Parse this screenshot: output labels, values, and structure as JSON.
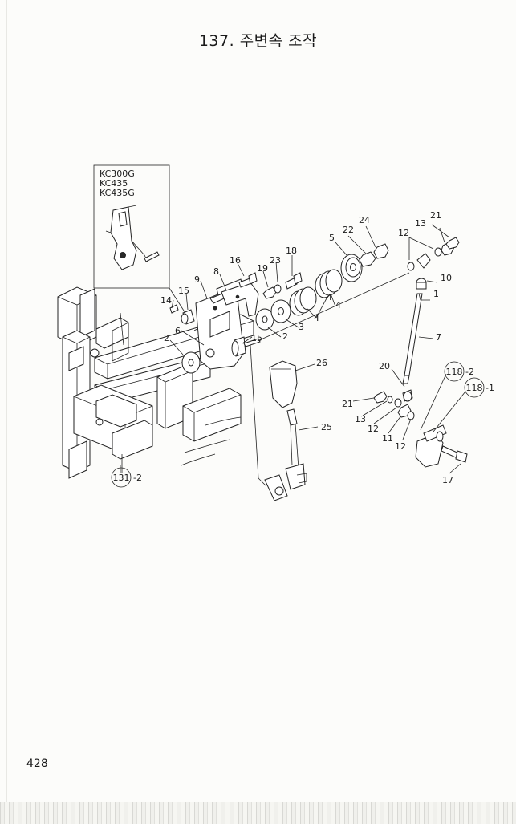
{
  "page": {
    "title": "137. 주변속 조작",
    "number": "428"
  },
  "inset": {
    "models": [
      "KC300G",
      "KC435",
      "KC435G"
    ]
  },
  "callouts": [
    {
      "id": "c1",
      "text": "1"
    },
    {
      "id": "c2a",
      "text": "2"
    },
    {
      "id": "c2b",
      "text": "2"
    },
    {
      "id": "c3",
      "text": "3"
    },
    {
      "id": "c4a",
      "text": "4"
    },
    {
      "id": "c4b",
      "text": "4"
    },
    {
      "id": "c4c",
      "text": "4"
    },
    {
      "id": "c5",
      "text": "5"
    },
    {
      "id": "c6",
      "text": "6"
    },
    {
      "id": "c7",
      "text": "7"
    },
    {
      "id": "c8",
      "text": "8"
    },
    {
      "id": "c9",
      "text": "9"
    },
    {
      "id": "c10",
      "text": "10"
    },
    {
      "id": "c11",
      "text": "11"
    },
    {
      "id": "c12a",
      "text": "12"
    },
    {
      "id": "c12b",
      "text": "12"
    },
    {
      "id": "c12c",
      "text": "12"
    },
    {
      "id": "c13a",
      "text": "13"
    },
    {
      "id": "c13b",
      "text": "13"
    },
    {
      "id": "c14",
      "text": "14"
    },
    {
      "id": "c15a",
      "text": "15"
    },
    {
      "id": "c15b",
      "text": "15"
    },
    {
      "id": "c16",
      "text": "16"
    },
    {
      "id": "c17",
      "text": "17"
    },
    {
      "id": "c18",
      "text": "18"
    },
    {
      "id": "c19",
      "text": "19"
    },
    {
      "id": "c20",
      "text": "20"
    },
    {
      "id": "c21a",
      "text": "21"
    },
    {
      "id": "c21b",
      "text": "21"
    },
    {
      "id": "c22",
      "text": "22"
    },
    {
      "id": "c23",
      "text": "23"
    },
    {
      "id": "c24",
      "text": "24"
    },
    {
      "id": "c25",
      "text": "25"
    },
    {
      "id": "c26",
      "text": "26"
    }
  ],
  "references": [
    {
      "id": "r118a",
      "circle": "118",
      "suffix": "-2"
    },
    {
      "id": "r118b",
      "circle": "118",
      "suffix": "-1"
    },
    {
      "id": "r131",
      "circle": "131",
      "suffix": "-2"
    }
  ]
}
